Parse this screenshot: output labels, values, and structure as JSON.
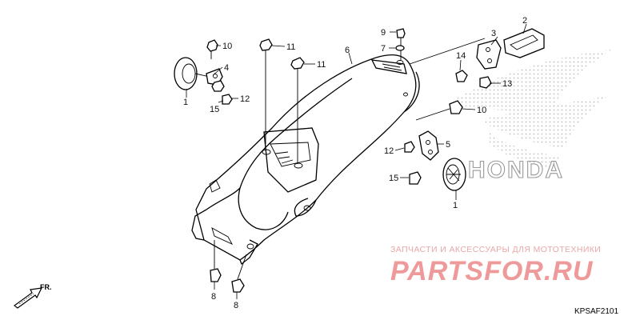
{
  "diagram": {
    "callouts": [
      "1",
      "2",
      "3",
      "4",
      "5",
      "6",
      "7",
      "8",
      "9",
      "10",
      "11",
      "12",
      "13",
      "14",
      "15",
      "10",
      "11",
      "12",
      "15",
      "1",
      "8"
    ],
    "watermark_caption": "ЗАПЧАСТИ И АКСЕССУАРЫ ДЛЯ МОТОТЕХНИКИ",
    "watermark_brand": "PARTSFOR.RU",
    "brand_logo": "HONDA",
    "direction_label": "FR.",
    "diagram_code": "KPSAF2101"
  }
}
